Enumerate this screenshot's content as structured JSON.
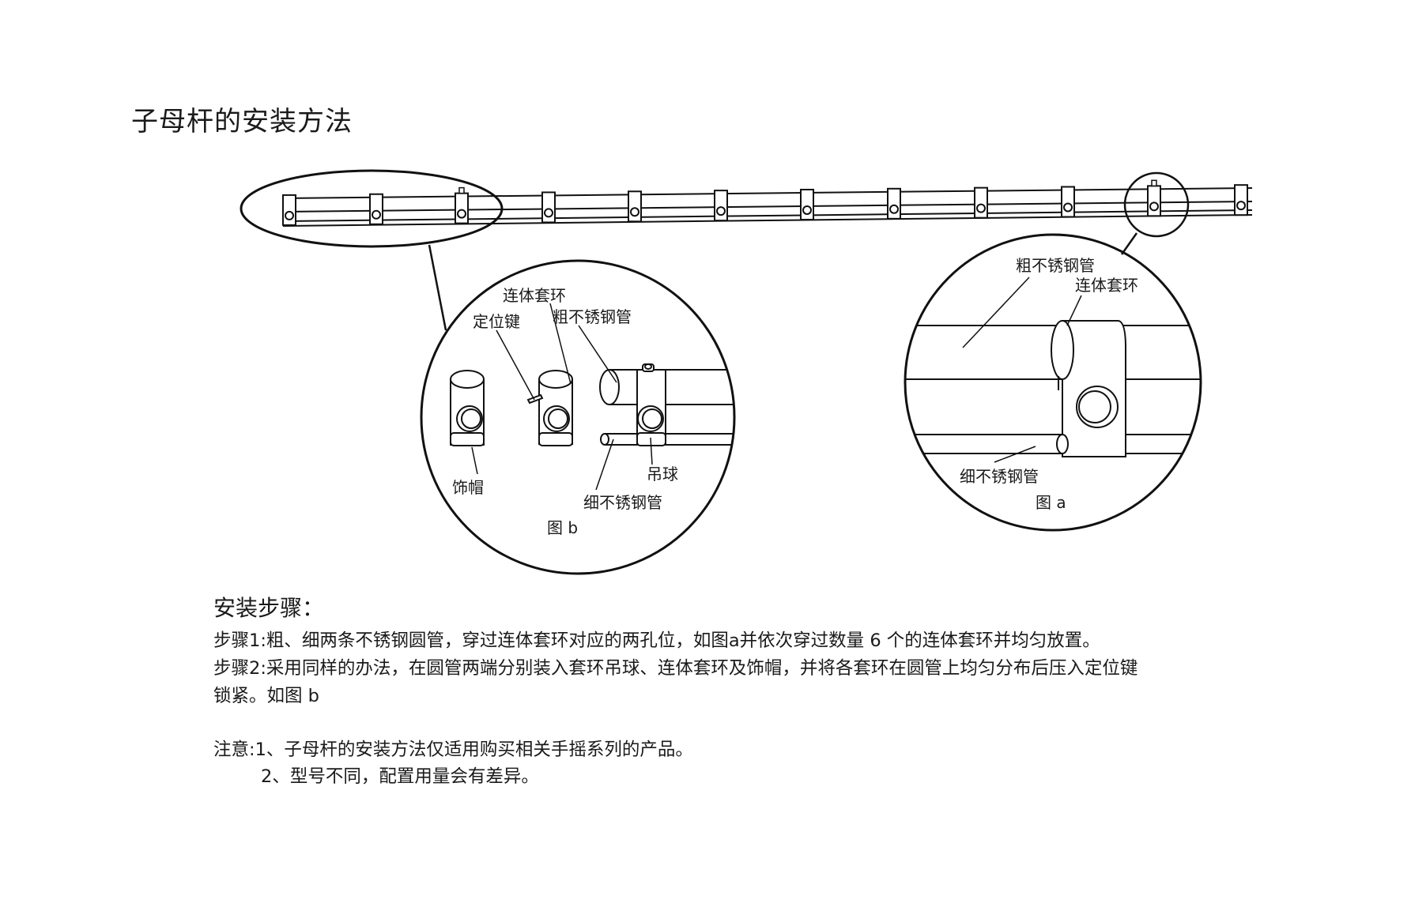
{
  "title": "子母杆的安装方法",
  "diagram": {
    "figure_a": {
      "caption": "图 a",
      "label_thick_tube": "粗不锈钢管",
      "label_ring": "连体套环",
      "label_thin_tube": "细不锈钢管"
    },
    "figure_b": {
      "caption": "图 b",
      "label_ring": "连体套环",
      "label_key": "定位键",
      "label_thick_tube": "粗不锈钢管",
      "label_cap": "饰帽",
      "label_ball": "吊球",
      "label_thin_tube": "细不锈钢管"
    }
  },
  "steps": {
    "heading": "安装步骤：",
    "step1": "步骤1:粗、细两条不锈钢圆管，穿过连体套环对应的两孔位，如图a并依次穿过数量 6 个的连体套环并均匀放置。",
    "step2_line1": "步骤2:采用同样的办法，在圆管两端分别装入套环吊球、连体套环及饰帽，并将各套环在圆管上均匀分布后压入定位键",
    "step2_line2": "锁紧。如图 b"
  },
  "notes": {
    "note1": "注意:1、子母杆的安装方法仅适用购买相关手摇系列的产品。",
    "note2": "2、型号不同，配置用量会有差异。"
  }
}
